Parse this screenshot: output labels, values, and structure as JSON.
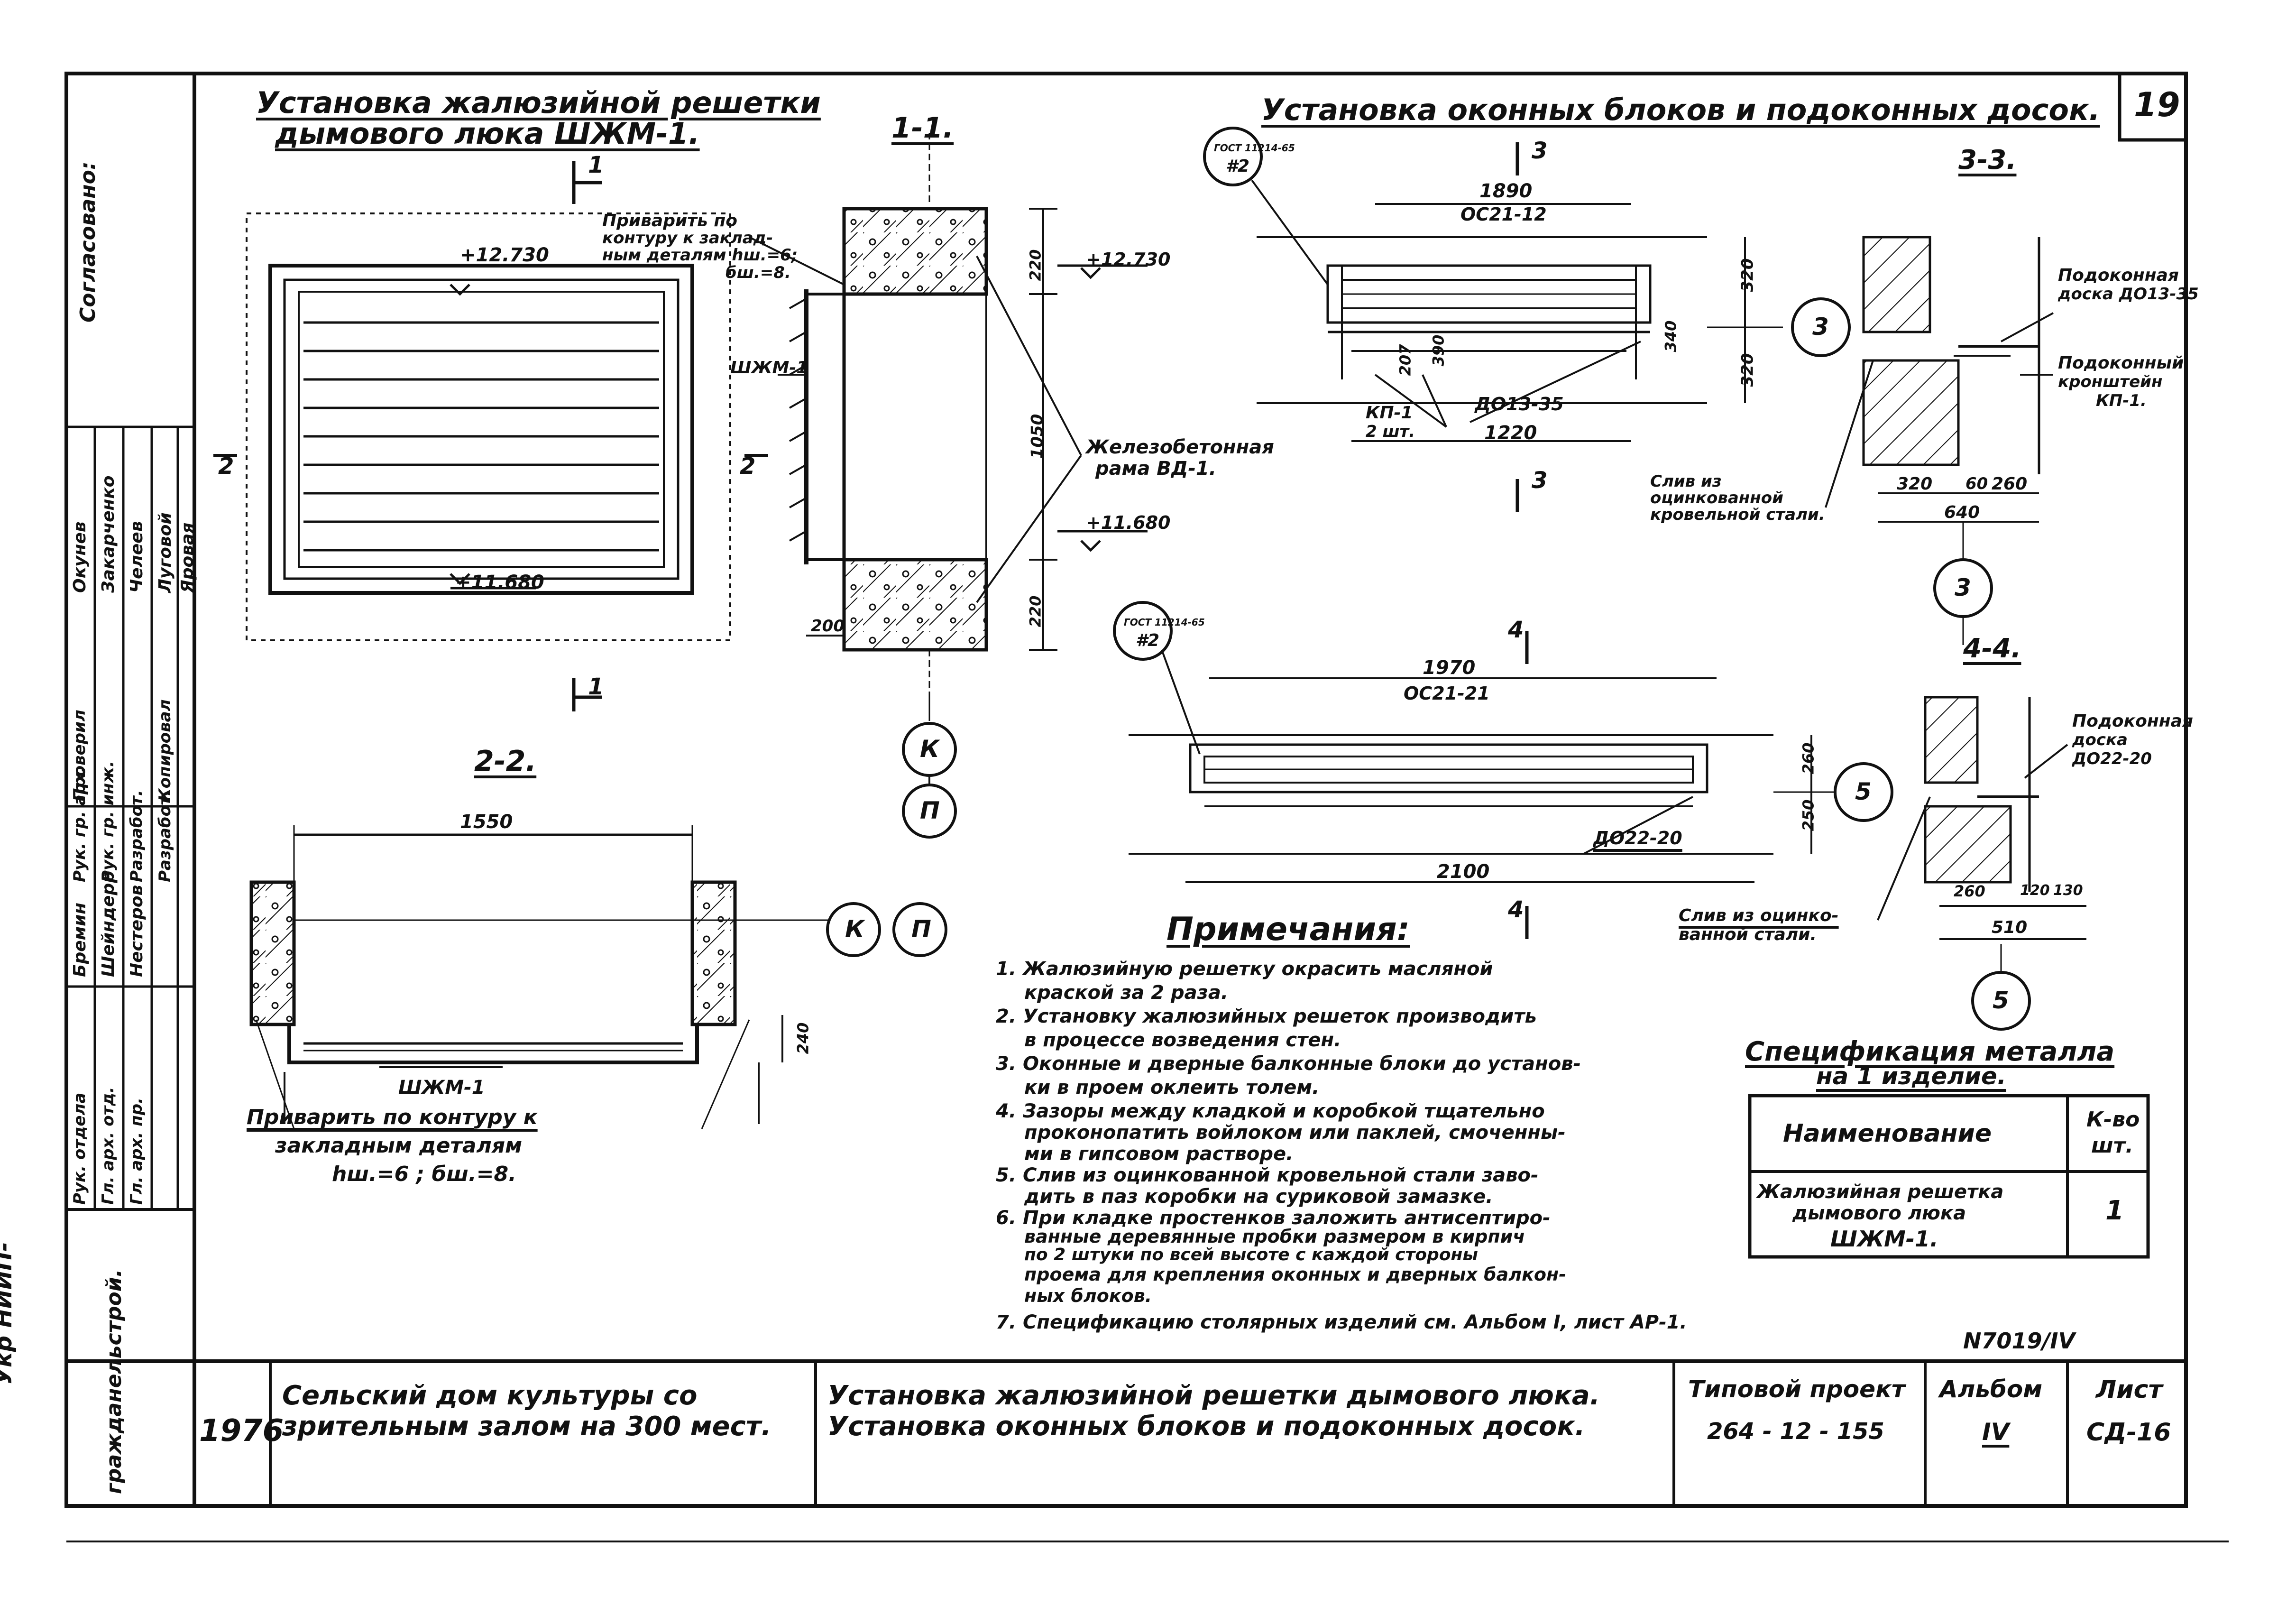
{
  "sheet": {
    "number": "19",
    "year": "1976",
    "object_title_1": "Сельский дом культуры со",
    "object_title_2": "зрительным залом  на 300 мест.",
    "drawing_title_1": "Установка жалюзийной решетки дымового люка.",
    "drawing_title_2": "Установка оконных блоков и подоконных досок.",
    "project_label": "Типовой проект",
    "project_number": "264 - 12 - 155",
    "album_label": "Альбом",
    "album_number": "IV",
    "sheet_label": "Лист",
    "sheet_code": "СД-16",
    "archive_number": "N7019/IV",
    "organization_1": "Укр НИИП-",
    "organization_2": "гражданельстрой.",
    "side_approve": "Согласовано:",
    "stamp_roles": [
      "Рук. отдела",
      "Гл. арх. отд.",
      "Гл. арх. пр.",
      "Рук. гр. арх.",
      "Рук. гр. инж.",
      "Разработ.",
      "Разработ.",
      "Проверил",
      "Копировал"
    ],
    "stamp_names": [
      "Бремин",
      "Шейндерр",
      "Нестеров",
      "Окунев",
      "Закарченко",
      "Челеев",
      "Луговой",
      "Яровая"
    ]
  },
  "grille_section": {
    "title_1": "Установка жалюзийной решетки",
    "title_2": "дымового люка  ШЖМ-1.",
    "weld_note_1": "Приварить по",
    "weld_note_2": "контуру к заклад-",
    "weld_note_3": "ным деталям  hш.=6;",
    "weld_note_4": "бш.=8.",
    "mark_top": "+12.730",
    "mark_bottom": "+11.680",
    "cut_1": "1",
    "cut_2": "2",
    "section_1_1": "1-1.",
    "section_2_2": "2-2.",
    "grille_label": "ШЖМ-1",
    "frame_label_1": "Железобетонная",
    "frame_label_2": "рама  ВД-1.",
    "dim_220_top": "220",
    "dim_1050": "1050",
    "dim_220_bottom": "220",
    "dim_200": "200",
    "dim_1550": "1550",
    "dim_240": "240",
    "weld_bottom_1": "Приварить по контуру к",
    "weld_bottom_2": "закладным деталям",
    "weld_bottom_3": "hш.=6 ;  бш.=8.",
    "axis_k": "К",
    "axis_p": "П"
  },
  "window_section": {
    "title": "Установка оконных блоков и подоконных досок.",
    "gost": "ГОСТ 11214-65",
    "gost_mark": "#2",
    "cut_3": "3",
    "cut_4": "4",
    "section_3_3": "3-3.",
    "section_4_4": "4-4.",
    "dim_1890": "1890",
    "block_1": "ОС21-12",
    "dim_320a": "320",
    "dim_320b": "320",
    "dim_340": "340",
    "dim_390": "390",
    "dim_207": "207",
    "kp_label": "КП-1",
    "kp_qty": "2 шт.",
    "dim_1220": "1220",
    "board_1": "ДО13-35",
    "drip_1": "Слив из",
    "drip_2": "оцинкованной",
    "drip_3": "кровельной стали.",
    "sill_1": "Подоконная",
    "sill_2": "доска ДО13-35",
    "bracket_1": "Подоконный",
    "bracket_2": "кронштейн",
    "bracket_3": "КП-1.",
    "dim_320c": "320",
    "dim_60": "60",
    "dim_260": "260",
    "dim_640": "640",
    "axis_3": "3",
    "axis_5": "5",
    "dim_1970": "1970",
    "block_2": "ОС21-21",
    "dim_250": "250",
    "dim_260b": "260",
    "dim_2100": "2100",
    "board_2": "ДО22-20",
    "sill2_1": "Подоконная",
    "sill2_2": "доска",
    "sill2_3": "ДО22-20",
    "drip2_1": "Слив из оцинко-",
    "drip2_2": "ванной стали.",
    "dim_260c": "260",
    "dim_120": "120",
    "dim_130": "130",
    "dim_510": "510"
  },
  "notes": {
    "title": "Примечания:",
    "items": [
      "1. Жалюзийную решетку окрасить масляной",
      "краской за 2 раза.",
      "2. Установку жалюзийных решеток производить",
      "в процессе возведения стен.",
      "3. Оконные и дверные балконные блоки до установ-",
      "ки в проем оклеить толем.",
      "4. Зазоры между кладкой и коробкой тщательно",
      "проконопатить войлоком или паклей, смоченны-",
      "ми в гипсовом растворе.",
      "5. Слив из оцинкованной кровельной стали заво-",
      "дить в паз коробки на суриковой замазке.",
      "6. При кладке простенков заложить антисептиро-",
      "ванные деревянные пробки размером в кирпич",
      "по 2 штуки по всей высоте с каждой стороны",
      "проема для крепления оконных и дверных балкон-",
      "ных блоков.",
      "7. Спецификацию столярных изделий см. Альбом I, лист АР-1."
    ]
  },
  "spec": {
    "title_1": "Спецификация металла",
    "title_2": "на 1 изделие.",
    "col_name": "Наименование",
    "col_qty_1": "К-во",
    "col_qty_2": "шт.",
    "row_name_1": "Жалюзийная решетка",
    "row_name_2": "дымового люка",
    "row_name_3": "ШЖМ-1.",
    "row_qty": "1"
  }
}
